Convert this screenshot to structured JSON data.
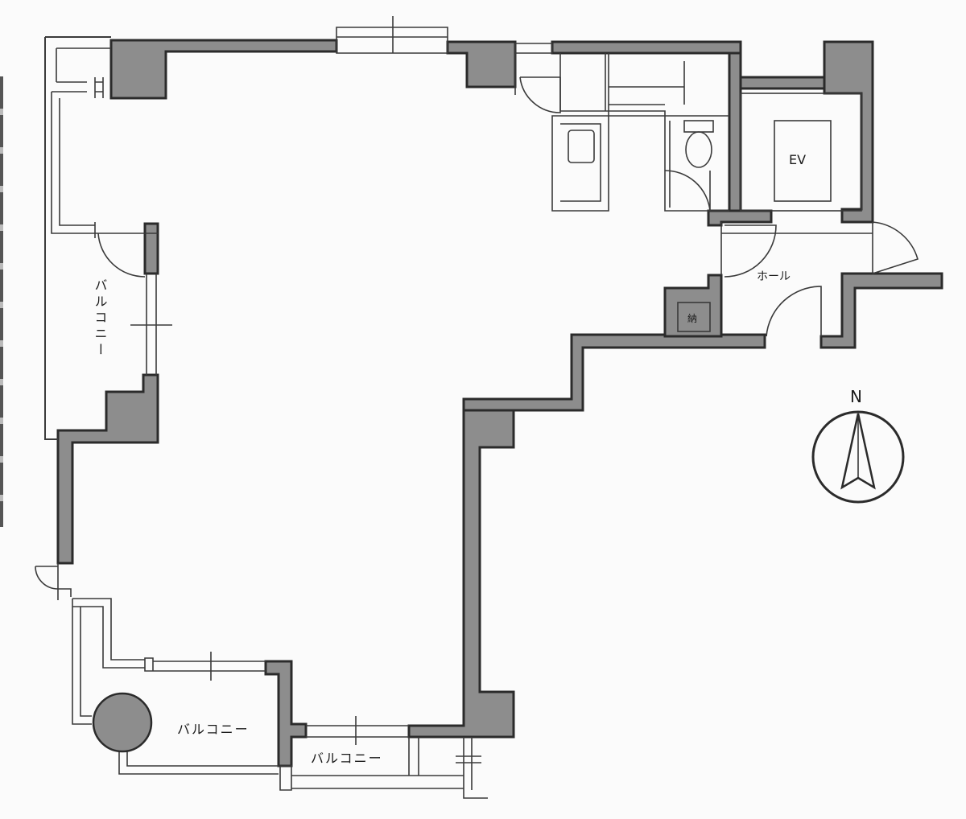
{
  "labels": {
    "balcony_west": "バルコニー",
    "balcony_south": "バルコニー",
    "balcony_south2": "バルコニー",
    "hall": "ホール",
    "storage": "納",
    "elevator": "EV",
    "north": "N"
  },
  "colors": {
    "wall_fill": "#8d8d8d",
    "line": "#3a3a3a",
    "background": "#fbfbfb"
  },
  "icons": [
    "north-arrow-icon",
    "column-icon",
    "toilet-icon",
    "sink-icon"
  ]
}
